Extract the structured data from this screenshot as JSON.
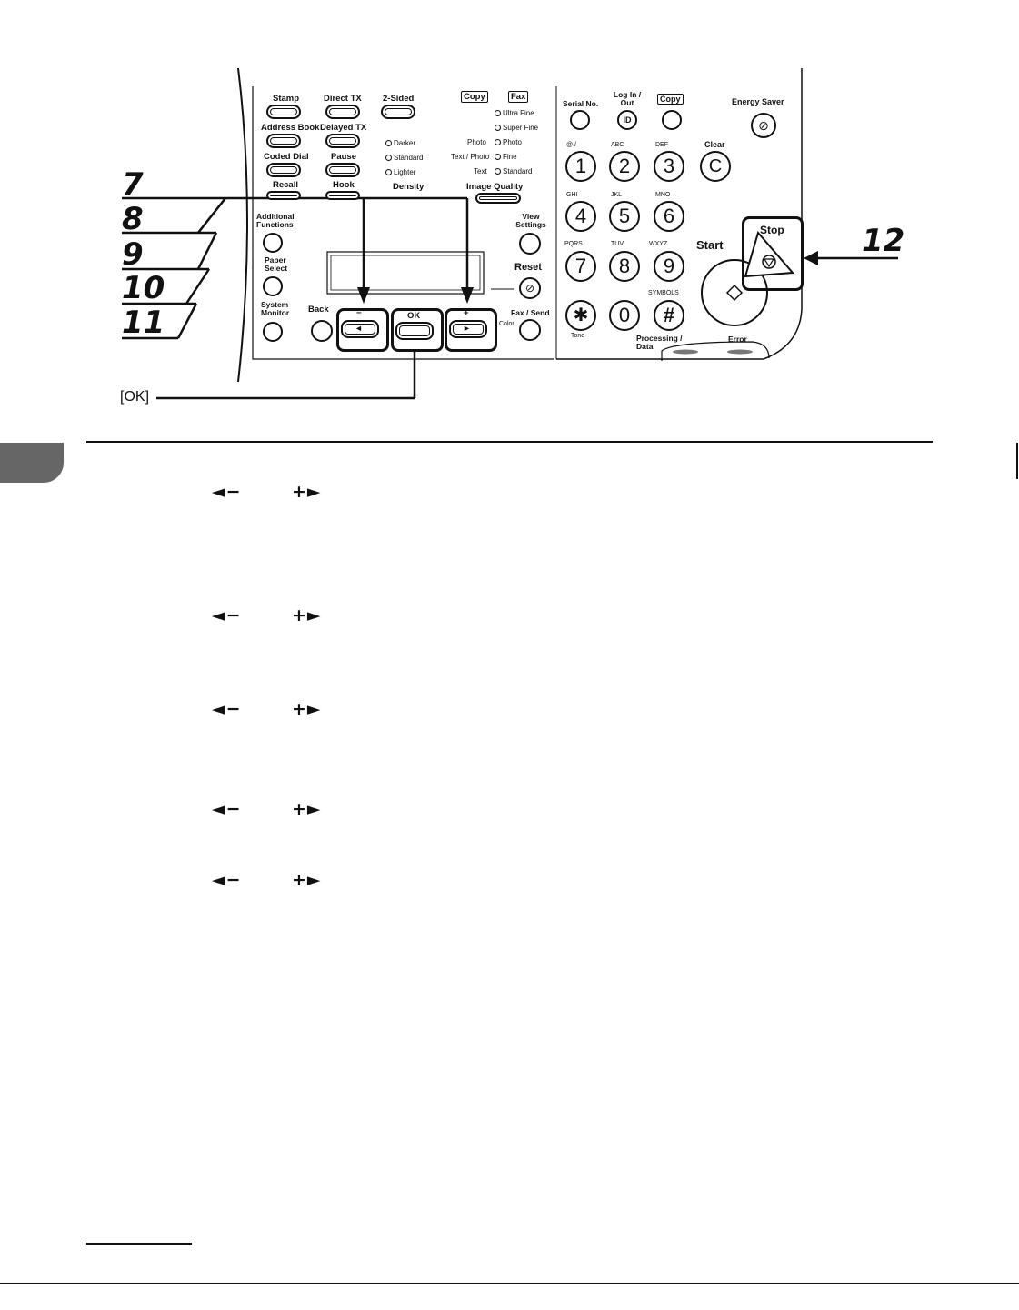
{
  "callouts": {
    "steps": [
      "7",
      "8",
      "9",
      "10",
      "11"
    ],
    "stop_step": "12",
    "ok_label": "[OK]"
  },
  "panel": {
    "left": {
      "stamp": "Stamp",
      "direct_tx": "Direct TX",
      "two_sided": "2-Sided",
      "address_book": "Address Book",
      "delayed_tx": "Delayed TX",
      "coded_dial": "Coded Dial",
      "pause": "Pause",
      "recall": "Recall",
      "hook": "Hook",
      "density": "Density",
      "image_quality": "Image Quality",
      "copy_tag": "Copy",
      "fax_tag": "Fax",
      "ultra_fine": "Ultra Fine",
      "super_fine": "Super Fine",
      "darker": "Darker",
      "standard": "Standard",
      "lighter": "Lighter",
      "photo_left": "Photo",
      "photo_right": "Photo",
      "text_photo": "Text / Photo",
      "fine": "Fine",
      "text": "Text",
      "standard_right": "Standard",
      "additional_functions": "Additional Functions",
      "paper_select": "Paper Select",
      "system_monitor": "System Monitor",
      "back": "Back",
      "view_settings": "View Settings",
      "reset": "Reset",
      "fax_send": "Fax / Send",
      "color": "Color",
      "minus": "−",
      "plus": "+",
      "ok": "OK",
      "left_arrow": "◄",
      "right_arrow": "►"
    },
    "right": {
      "serial_no": "Serial No.",
      "log_in_out": "Log In / Out",
      "id": "ID",
      "copy": "Copy",
      "energy_saver": "Energy Saver",
      "clear": "Clear",
      "clear_key": "C",
      "start": "Start",
      "stop": "Stop",
      "tone": "Tone",
      "processing_data": "Processing / Data",
      "error": "Error",
      "keys": [
        {
          "digit": "1",
          "letters": "@./"
        },
        {
          "digit": "2",
          "letters": "ABC"
        },
        {
          "digit": "3",
          "letters": "DEF"
        },
        {
          "digit": "4",
          "letters": "GHI"
        },
        {
          "digit": "5",
          "letters": "JKL"
        },
        {
          "digit": "6",
          "letters": "MNO"
        },
        {
          "digit": "7",
          "letters": "PQRS"
        },
        {
          "digit": "8",
          "letters": "TUV"
        },
        {
          "digit": "9",
          "letters": "WXYZ"
        },
        {
          "digit": "✱",
          "letters": ""
        },
        {
          "digit": "0",
          "letters": ""
        },
        {
          "digit": "#",
          "letters": "SYMBOLS"
        }
      ]
    }
  },
  "nav_rows": [
    {
      "minus": "◄−",
      "plus": "+►"
    },
    {
      "minus": "◄−",
      "plus": "+►"
    },
    {
      "minus": "◄−",
      "plus": "+►"
    },
    {
      "minus": "◄−",
      "plus": "+►"
    },
    {
      "minus": "◄−",
      "plus": "+►"
    }
  ]
}
